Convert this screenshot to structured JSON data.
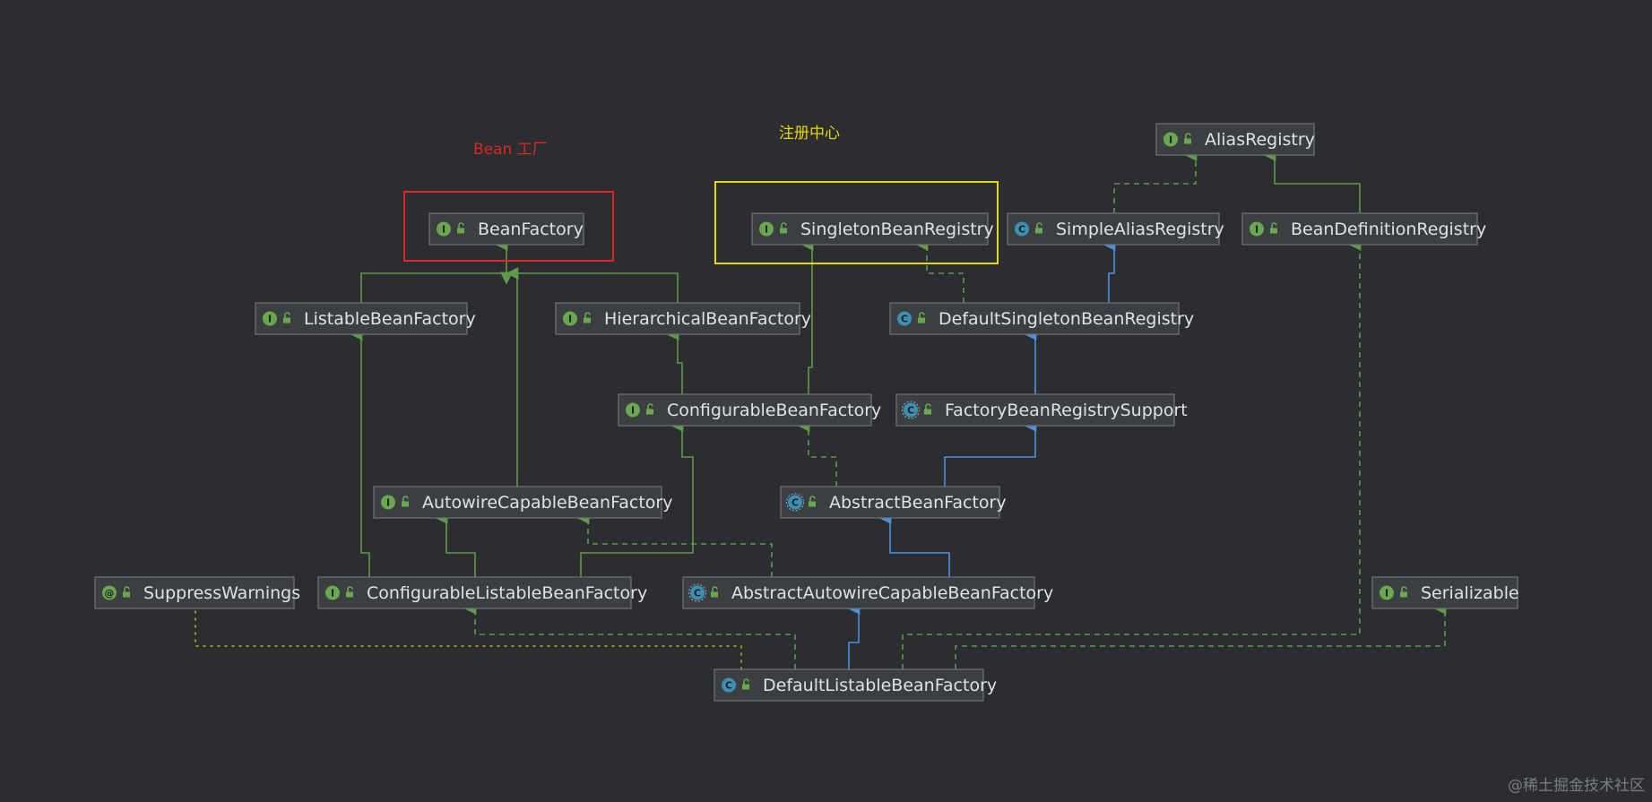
{
  "colors": {
    "background": "#2b2d30",
    "implements_edge": "#5f9a47",
    "extends_edge": "#4d8fdc",
    "annotation_edge": "#b5b324",
    "interface_badge": "#6aa84f",
    "class_badge": "#3f8fb5",
    "abstract_badge": "#3f8fb5",
    "annotation_badge": "#6aa84f",
    "bean_factory_highlight": "#e02525",
    "registry_highlight": "#e6d800"
  },
  "captions": {
    "bean_factory": "Bean 工厂",
    "registry_center": "注册中心"
  },
  "watermark": "@稀土掘金技术社区",
  "nodes": [
    {
      "id": "alias-registry",
      "label": "AliasRegistry",
      "kind": "interface",
      "badge": "I"
    },
    {
      "id": "bean-factory",
      "label": "BeanFactory",
      "kind": "interface",
      "badge": "I"
    },
    {
      "id": "singleton-bean-registry",
      "label": "SingletonBeanRegistry",
      "kind": "interface",
      "badge": "I"
    },
    {
      "id": "simple-alias-registry",
      "label": "SimpleAliasRegistry",
      "kind": "class",
      "badge": "C"
    },
    {
      "id": "bean-definition-registry",
      "label": "BeanDefinitionRegistry",
      "kind": "interface",
      "badge": "I"
    },
    {
      "id": "listable-bean-factory",
      "label": "ListableBeanFactory",
      "kind": "interface",
      "badge": "I"
    },
    {
      "id": "hierarchical-bean-factory",
      "label": "HierarchicalBeanFactory",
      "kind": "interface",
      "badge": "I"
    },
    {
      "id": "default-singleton-bean-registry",
      "label": "DefaultSingletonBeanRegistry",
      "kind": "class",
      "badge": "C"
    },
    {
      "id": "configurable-bean-factory",
      "label": "ConfigurableBeanFactory",
      "kind": "interface",
      "badge": "I"
    },
    {
      "id": "factory-bean-registry-support",
      "label": "FactoryBeanRegistrySupport",
      "kind": "abstract",
      "badge": "C"
    },
    {
      "id": "autowire-capable-bean-factory",
      "label": "AutowireCapableBeanFactory",
      "kind": "interface",
      "badge": "I"
    },
    {
      "id": "abstract-bean-factory",
      "label": "AbstractBeanFactory",
      "kind": "abstract",
      "badge": "C"
    },
    {
      "id": "suppress-warnings",
      "label": "SuppressWarnings",
      "kind": "annotation",
      "badge": "@"
    },
    {
      "id": "configurable-listable-bean-factory",
      "label": "ConfigurableListableBeanFactory",
      "kind": "interface",
      "badge": "I"
    },
    {
      "id": "abstract-autowire-capable-bean-factory",
      "label": "AbstractAutowireCapableBeanFactory",
      "kind": "abstract",
      "badge": "C"
    },
    {
      "id": "serializable",
      "label": "Serializable",
      "kind": "interface",
      "badge": "I"
    },
    {
      "id": "default-listable-bean-factory",
      "label": "DefaultListableBeanFactory",
      "kind": "class",
      "badge": "C"
    }
  ],
  "edges": [
    {
      "from": "simple-alias-registry",
      "to": "alias-registry",
      "type": "implements"
    },
    {
      "from": "bean-definition-registry",
      "to": "alias-registry",
      "type": "interface-extends"
    },
    {
      "from": "listable-bean-factory",
      "to": "bean-factory",
      "type": "interface-extends"
    },
    {
      "from": "hierarchical-bean-factory",
      "to": "bean-factory",
      "type": "interface-extends"
    },
    {
      "from": "autowire-capable-bean-factory",
      "to": "bean-factory",
      "type": "interface-extends"
    },
    {
      "from": "configurable-bean-factory",
      "to": "singleton-bean-registry",
      "type": "interface-extends"
    },
    {
      "from": "configurable-bean-factory",
      "to": "hierarchical-bean-factory",
      "type": "interface-extends"
    },
    {
      "from": "default-singleton-bean-registry",
      "to": "singleton-bean-registry",
      "type": "implements"
    },
    {
      "from": "default-singleton-bean-registry",
      "to": "simple-alias-registry",
      "type": "extends"
    },
    {
      "from": "factory-bean-registry-support",
      "to": "default-singleton-bean-registry",
      "type": "extends"
    },
    {
      "from": "abstract-bean-factory",
      "to": "configurable-bean-factory",
      "type": "implements"
    },
    {
      "from": "abstract-bean-factory",
      "to": "factory-bean-registry-support",
      "type": "extends"
    },
    {
      "from": "configurable-listable-bean-factory",
      "to": "listable-bean-factory",
      "type": "interface-extends"
    },
    {
      "from": "configurable-listable-bean-factory",
      "to": "autowire-capable-bean-factory",
      "type": "interface-extends"
    },
    {
      "from": "configurable-listable-bean-factory",
      "to": "configurable-bean-factory",
      "type": "interface-extends"
    },
    {
      "from": "abstract-autowire-capable-bean-factory",
      "to": "autowire-capable-bean-factory",
      "type": "implements"
    },
    {
      "from": "abstract-autowire-capable-bean-factory",
      "to": "abstract-bean-factory",
      "type": "extends"
    },
    {
      "from": "default-listable-bean-factory",
      "to": "abstract-autowire-capable-bean-factory",
      "type": "extends"
    },
    {
      "from": "default-listable-bean-factory",
      "to": "configurable-listable-bean-factory",
      "type": "implements"
    },
    {
      "from": "default-listable-bean-factory",
      "to": "bean-definition-registry",
      "type": "implements"
    },
    {
      "from": "default-listable-bean-factory",
      "to": "serializable",
      "type": "implements"
    },
    {
      "from": "default-listable-bean-factory",
      "to": "suppress-warnings",
      "type": "annotated-with"
    }
  ]
}
